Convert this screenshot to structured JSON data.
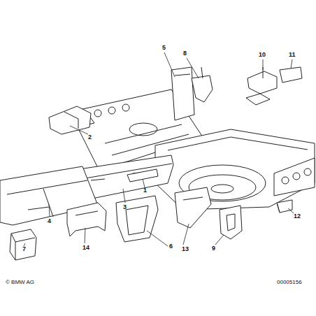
{
  "diagram": {
    "labels": [
      "5",
      "8",
      "10",
      "11",
      "2",
      "1",
      "3",
      "4",
      "12",
      "7",
      "14",
      "6",
      "13",
      "9",
      "© BMW AG",
      "00005156"
    ]
  }
}
